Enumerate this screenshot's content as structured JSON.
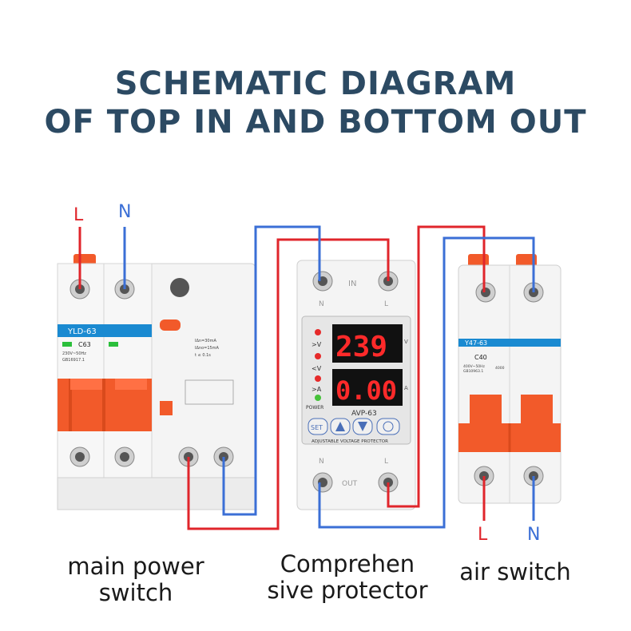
{
  "title": {
    "line1": "SCHEMATIC DIAGRAM",
    "line2": "OF TOP IN AND BOTTOM OUT"
  },
  "labels": {
    "l_top": "L",
    "n_top": "N",
    "l_bottom": "L",
    "n_bottom": "N"
  },
  "devices": {
    "main_switch": {
      "model": "YLD-63",
      "rating": "C63",
      "spec_lines": [
        "230V~50Hz",
        "GB16917.1"
      ],
      "leakage_lines": [
        "IΔn=30mA",
        "IΔno=15mA",
        "t ≤ 0.1s"
      ]
    },
    "protector": {
      "top_in": "IN",
      "top_n": "N",
      "top_l": "L",
      "bottom_n": "N",
      "bottom_l": "L",
      "bottom_out": "OUT",
      "display_voltage": "239",
      "display_current": "0.00",
      "unit_v": "V",
      "unit_a": "A",
      "ind_over_v": ">V",
      "ind_under_v": "<V",
      "ind_over_a": ">A",
      "power": "POWER",
      "model": "AVP-63",
      "set_button": "SET",
      "footer": "ADJUSTABLE VOLTAGE PROTECTOR"
    },
    "air_switch": {
      "model": "Y47-63",
      "rating": "C40",
      "spec_lines": [
        "400V~50Hz",
        "GB10963.1"
      ],
      "code": "4000"
    }
  },
  "captions": {
    "main_line1": "main power",
    "main_line2": "switch",
    "prot_line1": "Comprehen",
    "prot_line2": "sive protector",
    "air_line1": "air switch"
  },
  "colors": {
    "title": "#2c4a63",
    "live_wire": "#e0252b",
    "neutral_wire": "#3b6fd6",
    "handle": "#f25a2a",
    "label_blue": "#1a8ad1",
    "display_red": "#ff2a2a"
  }
}
